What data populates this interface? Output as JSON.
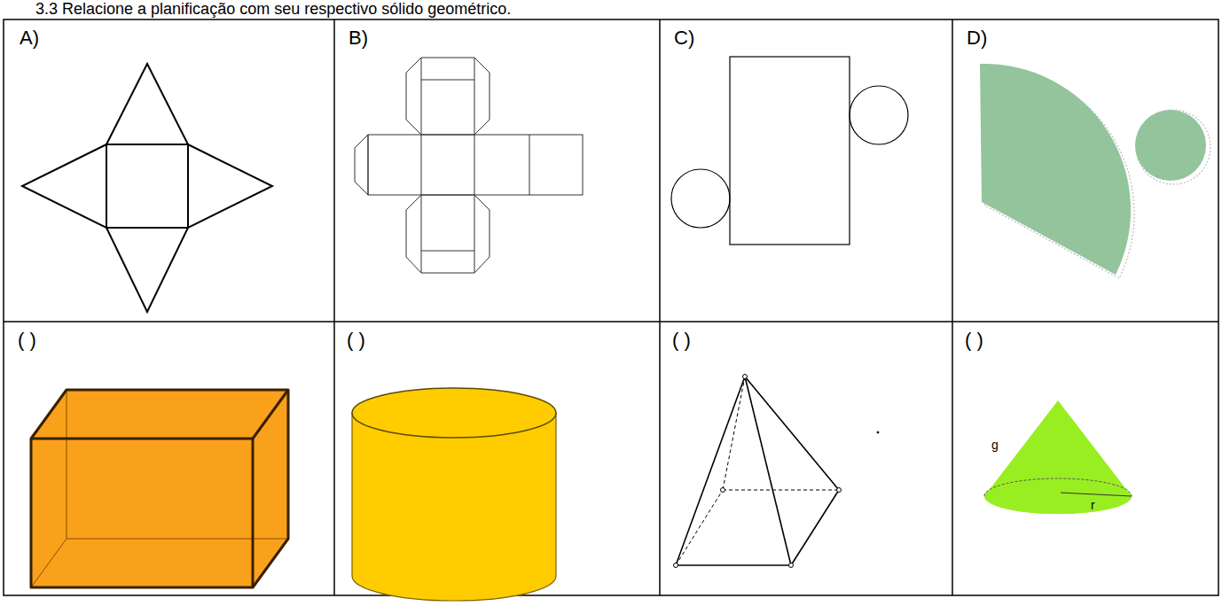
{
  "diagram": {
    "title": "3.3 Relacione a planificação com seu respectivo sólido geométrico.",
    "labels": [
      "A)",
      "B)",
      "C)",
      "D)",
      "( )",
      "( )",
      "( )",
      "( )",
      "g",
      "r"
    ]
  }
}
